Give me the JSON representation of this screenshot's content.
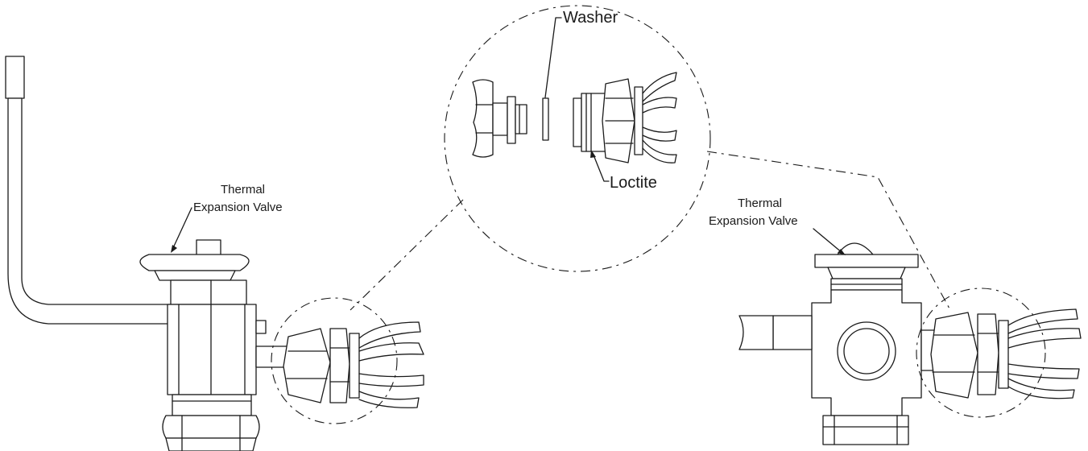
{
  "labels": {
    "left_valve_line1": "Thermal",
    "left_valve_line2": "Expansion Valve",
    "right_valve_line1": "Thermal",
    "right_valve_line2": "Expansion Valve",
    "washer": "Washer",
    "loctite": "Loctite"
  },
  "colors": {
    "line": "#1a1a1a",
    "background": "#ffffff"
  }
}
